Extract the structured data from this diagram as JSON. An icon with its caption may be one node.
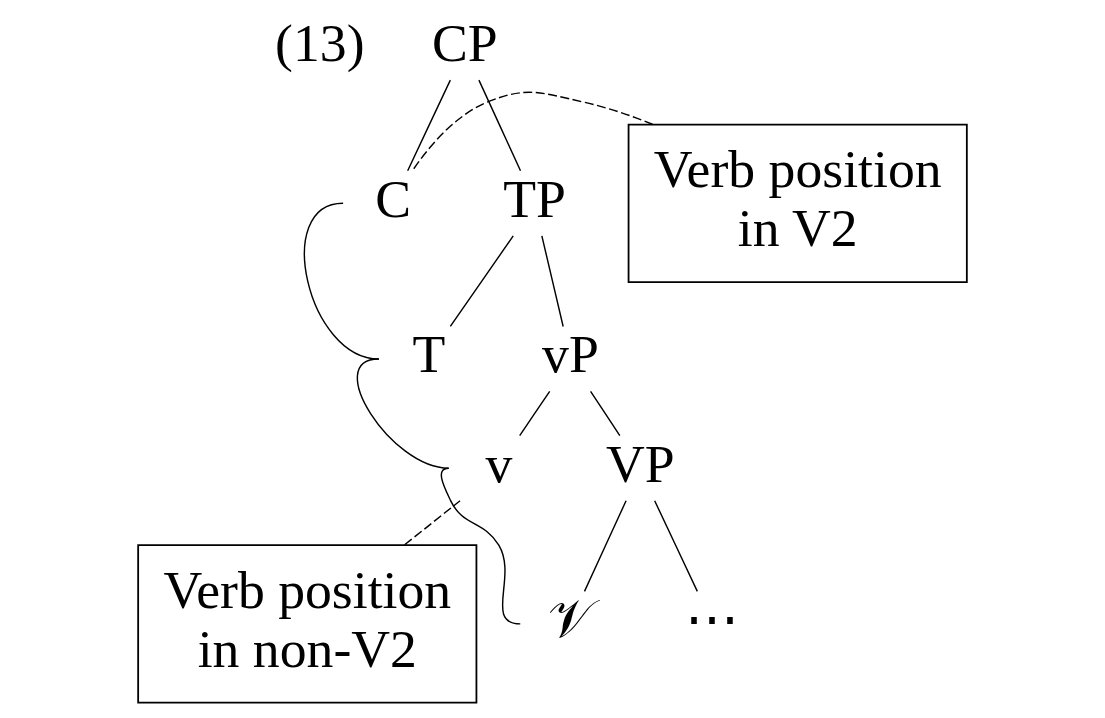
{
  "diagram": {
    "nodes": [
      {
        "text": [
          "CP"
        ]
      },
      {
        "text": [
          "C"
        ]
      },
      {
        "text": [
          "TP"
        ]
      },
      {
        "text": [
          "T"
        ]
      },
      {
        "text": [
          "vP"
        ]
      },
      {
        "text": [
          "v"
        ]
      },
      {
        "text": [
          "VP"
        ]
      },
      {
        "text": [
          "𝒱"
        ]
      },
      {
        "text": [
          "⋯"
        ]
      },
      {
        "text": [
          "Verb position in V2"
        ]
      },
      {
        "text": [
          "Verb position in non-V2"
        ]
      }
    ],
    "edges": [
      {
        "from": 0,
        "to": 1,
        "arrow": "none"
      },
      {
        "from": 0,
        "to": 2,
        "arrow": "none"
      },
      {
        "from": 2,
        "to": 3,
        "arrow": "none"
      },
      {
        "from": 2,
        "to": 4,
        "arrow": "none"
      },
      {
        "from": 4,
        "to": 5,
        "arrow": "none"
      },
      {
        "from": 4,
        "to": 6,
        "arrow": "none"
      },
      {
        "from": 6,
        "to": 7,
        "arrow": "none"
      },
      {
        "from": 6,
        "to": 8,
        "arrow": "none"
      },
      {
        "from": 9,
        "to": 1,
        "arrow": "none",
        "style": "dashed"
      },
      {
        "from": 10,
        "to": 5,
        "arrow": "none",
        "style": "dashed"
      },
      {
        "from": 7,
        "to": 5,
        "arrow": "none"
      },
      {
        "from": 5,
        "to": 3,
        "arrow": "none"
      },
      {
        "from": 3,
        "to": 1,
        "arrow": "none"
      }
    ],
    "labels": [
      "(13)"
    ]
  }
}
